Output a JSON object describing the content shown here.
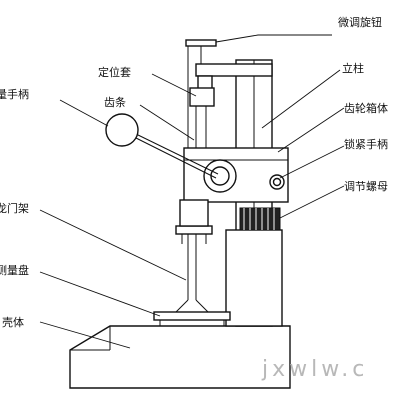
{
  "labels": {
    "fine_knob": "微调旋钮",
    "positioning_sleeve": "定位套",
    "column": "立柱",
    "rack": "齿条",
    "gearbox": "齿轮箱体",
    "measuring_handle": "量手柄",
    "lock_handle": "锁紧手柄",
    "adjusting_nut": "调节螺母",
    "gantry_frame": "龙门架",
    "measuring_plate": "测量盘",
    "housing": "壳体"
  },
  "watermark": "jxwlw.c"
}
